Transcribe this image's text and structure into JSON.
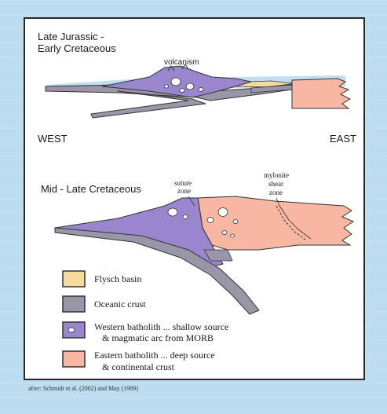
{
  "top_section": {
    "title_line1": "Late Jurassic -",
    "title_line2": "Early Cretaceous",
    "volcanism_label": "volcanism"
  },
  "directions": {
    "west": "WEST",
    "east": "EAST"
  },
  "bottom_section": {
    "title": "Mid - Late Cretaceous",
    "suture_line1": "suture",
    "suture_line2": "zone",
    "mylonite_line1": "mylonite",
    "mylonite_line2": "shear",
    "mylonite_line3": "zone"
  },
  "legend": [
    {
      "label_line1": "Flysch basin",
      "label_line2": "",
      "color": "#f5dc9c"
    },
    {
      "label_line1": "Oceanic crust",
      "label_line2": "",
      "color": "#9b95a8"
    },
    {
      "label_line1": "Western batholith ... shallow source",
      "label_line2": "& magmatic arc from MORB",
      "color": "#9a86cf"
    },
    {
      "label_line1": "Eastern batholith ... deep source",
      "label_line2": "& continental crust",
      "color": "#f8b7a2"
    }
  ],
  "footer": "after: Schmidt et al. (2002) and May (1989)",
  "colors": {
    "flysch": "#f5dc9c",
    "oceanic": "#9b95a8",
    "western": "#9a86cf",
    "eastern": "#f8b7a2",
    "water": "#bfe0f2"
  }
}
